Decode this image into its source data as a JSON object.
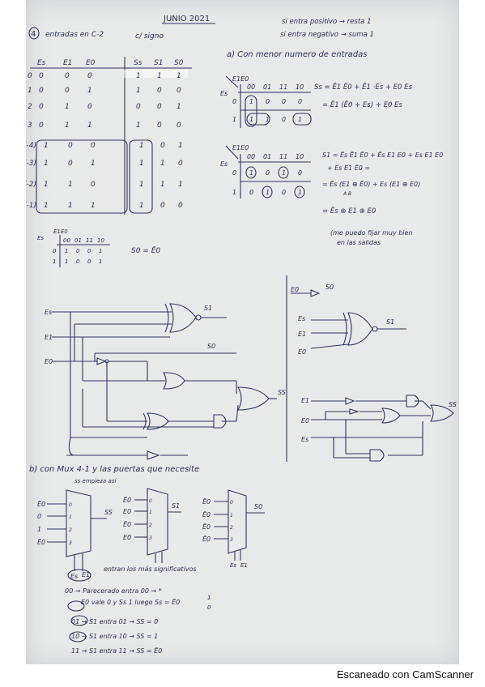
{
  "header": {
    "date": "JUNIO 2021",
    "problem_number": "4",
    "title_left": "entradas en C-2",
    "title_right": "c/ signo",
    "rule_positive": "si entra positivo → resta 1",
    "rule_negative": "si entra negativo → suma 1"
  },
  "truth_table": {
    "headers": [
      "Es",
      "E1",
      "E0",
      "Ss",
      "S1",
      "S0"
    ],
    "rows": [
      {
        "label": "0",
        "in": [
          "0",
          "0",
          "0"
        ],
        "out": [
          "1",
          "1",
          "1"
        ]
      },
      {
        "label": "1",
        "in": [
          "0",
          "0",
          "1"
        ],
        "out": [
          "1",
          "0",
          "0"
        ]
      },
      {
        "label": "2",
        "in": [
          "0",
          "1",
          "0"
        ],
        "out": [
          "0",
          "0",
          "1"
        ]
      },
      {
        "label": "3",
        "in": [
          "0",
          "1",
          "1"
        ],
        "out": [
          "1",
          "0",
          "0"
        ]
      },
      {
        "label": "(-4)",
        "in": [
          "1",
          "0",
          "0"
        ],
        "out": [
          "1",
          "0",
          "1"
        ]
      },
      {
        "label": "(-3)",
        "in": [
          "1",
          "0",
          "1"
        ],
        "out": [
          "1",
          "1",
          "0"
        ]
      },
      {
        "label": "(-2)",
        "in": [
          "1",
          "1",
          "0"
        ],
        "out": [
          "1",
          "1",
          "1"
        ]
      },
      {
        "label": "(-1)",
        "in": [
          "1",
          "1",
          "1"
        ],
        "out": [
          "1",
          "0",
          "0"
        ]
      }
    ]
  },
  "section_a": {
    "title": "a) Con menor numero de entradas",
    "kmap_ss": {
      "corner_top": "E1E0",
      "corner_left": "Es",
      "cols": [
        "00",
        "01",
        "11",
        "10"
      ],
      "rows": [
        {
          "label": "0",
          "cells": [
            "1",
            "0",
            "0",
            "0"
          ]
        },
        {
          "label": "1",
          "cells": [
            "1",
            "1",
            "0",
            "1"
          ]
        }
      ],
      "eq1": "Ss = Ē1 Ē0 + Ē1 ·Es + E0 Es",
      "eq2": "= Ē1 (Ē0 + Es) + E0 Es"
    },
    "kmap_s1": {
      "corner_top": "E1E0",
      "corner_left": "Es",
      "cols": [
        "00",
        "01",
        "11",
        "10"
      ],
      "rows": [
        {
          "label": "0",
          "cells": [
            "1",
            "0",
            "1",
            "0"
          ]
        },
        {
          "label": "1",
          "cells": [
            "0",
            "1",
            "0",
            "1"
          ]
        }
      ],
      "eq1": "S1 = Ēs Ē1 Ē0 + Ēs E1 E0 + Es E1 E0",
      "eq2": "+ Es E1 Ē0 =",
      "eq3": "= Ēs (E1 ⊕ Ē0) + Es (E1 ⊕ E0)",
      "eq3_sub": "A          B",
      "eq4": "= Ēs ⊕ E1 ⊕ E0",
      "note1": "(me puedo fijar muy bien",
      "note2": "en las salidas"
    },
    "kmap_s0": {
      "corner_top": "E1E0",
      "corner_left": "Es",
      "cols": [
        "00",
        "01",
        "11",
        "10"
      ],
      "rows": [
        {
          "label": "0",
          "cells": [
            "1",
            "0",
            "0",
            "1"
          ]
        },
        {
          "label": "1",
          "cells": [
            "1",
            "0",
            "0",
            "1"
          ]
        }
      ],
      "eq": "S0 = Ē0"
    },
    "circuit": {
      "inputs": [
        "Es",
        "E1",
        "E0"
      ],
      "outputs": [
        "S1",
        "S0",
        "SS"
      ],
      "side_note_in": "E0",
      "side_note_out": "S0",
      "side_inputs": [
        "Es",
        "E1",
        "E0"
      ],
      "side_output": "S1",
      "side2_inputs": [
        "E1",
        "E0",
        "Es"
      ],
      "side2_output": "SS"
    }
  },
  "section_b": {
    "title": "b) con Mux 4-1 y las puertas que necesite",
    "subnote": "ss empieza así",
    "mux_ss": {
      "inputs": [
        "Ē0",
        "0",
        "1",
        "Ē0"
      ],
      "indices": [
        "0",
        "1",
        "2",
        "3"
      ],
      "output": "SS",
      "selects": [
        "Es",
        "E1"
      ]
    },
    "mux_s1": {
      "inputs": [
        "Ē0",
        "E0",
        "Ē0",
        "E0"
      ],
      "indices": [
        "0",
        "1",
        "2",
        "3"
      ],
      "output": "S1"
    },
    "mux_s0": {
      "inputs": [
        "Ē0",
        "Ē0",
        "Ē0",
        "Ē0"
      ],
      "indices": [
        "0",
        "1",
        "2",
        "3"
      ],
      "output": "S0",
      "selects": [
        "Es",
        "E1"
      ]
    },
    "note_header": "entran los más significativos",
    "note_lines": [
      "00 → Parecerado entra 00 → *",
      "E0 vale 0  y  Ss  1   luego Ss = Ē0",
      "01 → S1 entra 01 → SS = 0",
      "10 → S1 entra 10 → SS = 1",
      "11 → S1 entra 11 → SS = Ē0"
    ],
    "ss_values": [
      "1",
      "0"
    ]
  },
  "footer": "Escaneado con CamScanner"
}
